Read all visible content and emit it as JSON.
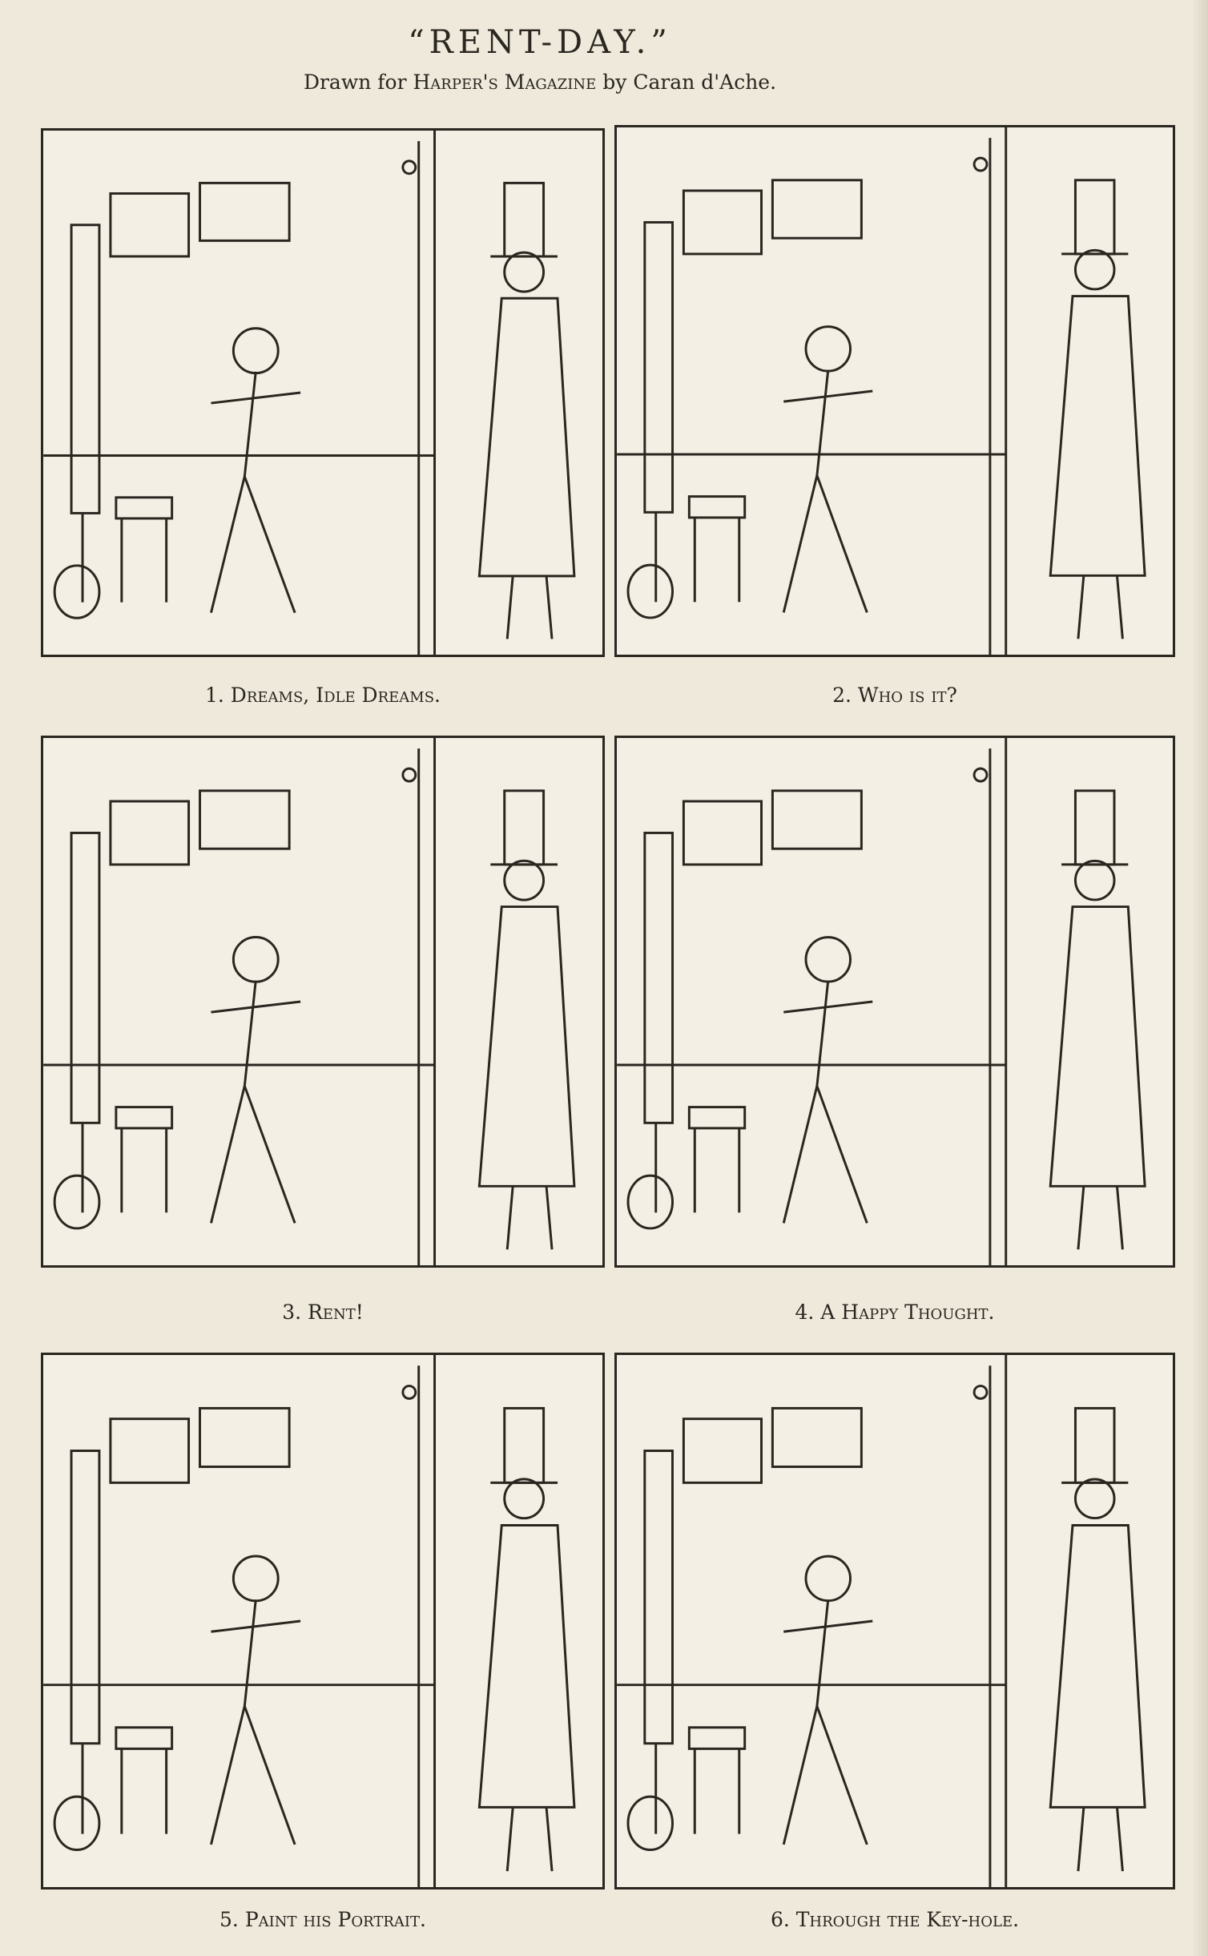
{
  "header": {
    "title": "“RENT-DAY.”",
    "subtitle_prefix": "Drawn for",
    "subtitle_magazine": "Harper's Magazine",
    "subtitle_suffix": "by Caran d'Ache."
  },
  "panels": [
    {
      "caption": "1. Dreams, Idle Dreams."
    },
    {
      "caption": "2. Who is it?"
    },
    {
      "caption": "3. Rent!"
    },
    {
      "caption": "4. A Happy Thought."
    },
    {
      "caption": "5. Paint his Portrait."
    },
    {
      "caption": "6. Through the Key-hole."
    }
  ]
}
